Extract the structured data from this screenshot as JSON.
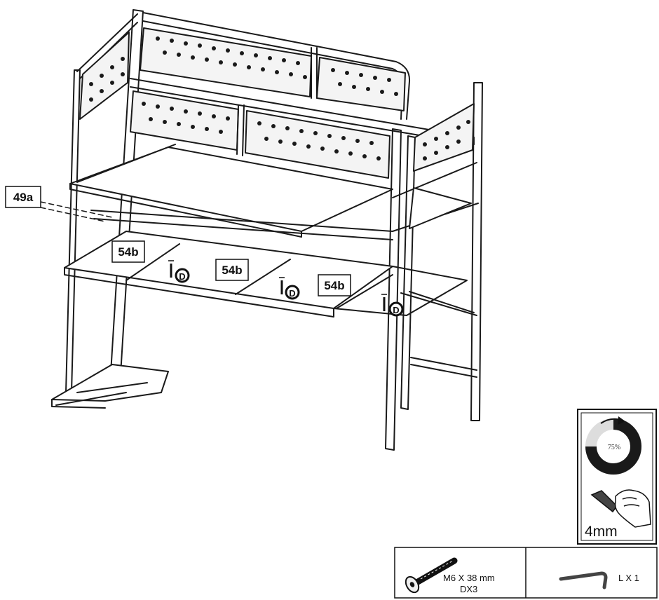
{
  "callouts": {
    "part_49a": "49a",
    "part_54b_left": "54b",
    "part_54b_center": "54b",
    "part_54b_right": "54b",
    "bolt_d_1": "D",
    "bolt_d_2": "D",
    "bolt_d_3": "D"
  },
  "tool_panel": {
    "torque_percent": "75%",
    "torque_fraction": 0.75,
    "allen_key_size": "4mm",
    "icons": [
      "torque-gauge-icon",
      "hand-with-allen-key-icon"
    ]
  },
  "parts_table": {
    "bolt_spec": "M6 X 38 mm",
    "bolt_qty": "DX3",
    "allen_key_qty": "L X 1",
    "icons": [
      "bolt-icon",
      "allen-key-icon"
    ]
  }
}
